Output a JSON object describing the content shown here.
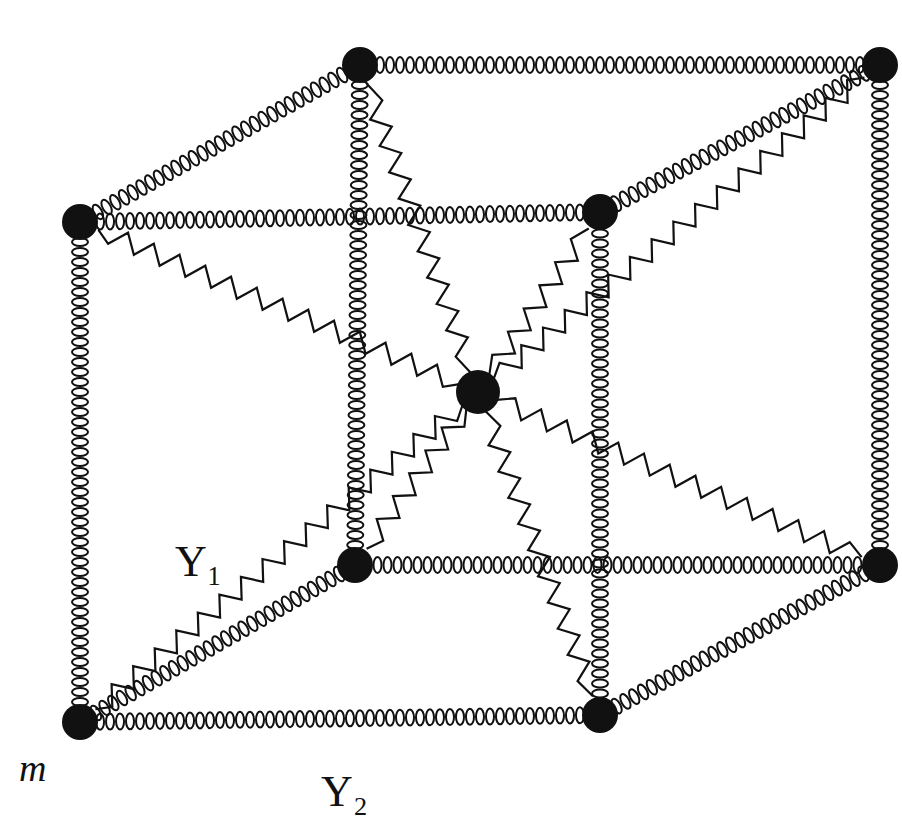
{
  "diagram": {
    "labels": [
      "Y₁",
      "m",
      "Y₂"
    ]
  }
}
